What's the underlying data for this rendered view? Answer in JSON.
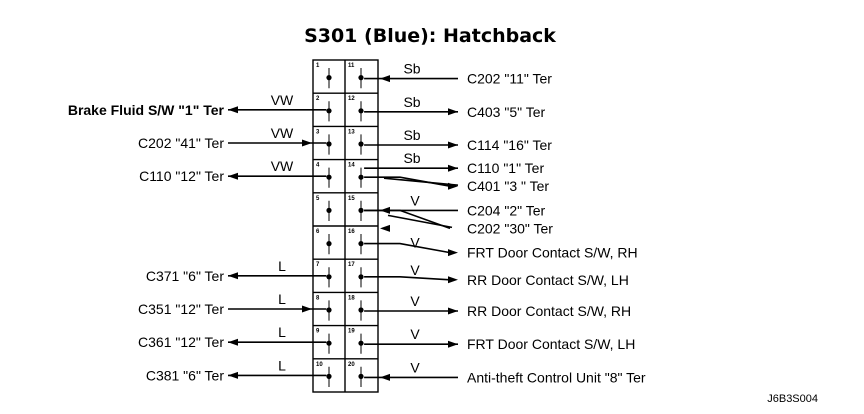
{
  "title": "S301 (Blue): Hatchback",
  "figure_code": "J6B3S004",
  "rows": [
    {
      "left_pin": "1",
      "right_pin": "11"
    },
    {
      "left_pin": "2",
      "right_pin": "12"
    },
    {
      "left_pin": "3",
      "right_pin": "13"
    },
    {
      "left_pin": "4",
      "right_pin": "14"
    },
    {
      "left_pin": "5",
      "right_pin": "15"
    },
    {
      "left_pin": "6",
      "right_pin": "16"
    },
    {
      "left_pin": "7",
      "right_pin": "17"
    },
    {
      "left_pin": "8",
      "right_pin": "18"
    },
    {
      "left_pin": "9",
      "right_pin": "19"
    },
    {
      "left_pin": "10",
      "right_pin": "20"
    }
  ],
  "left_connections": [
    {
      "row": 1,
      "label": "Brake Fluid S/W \"1\" Ter",
      "wire": "VW",
      "direction": "out"
    },
    {
      "row": 2,
      "label": "C202 \"41\" Ter",
      "wire": "VW",
      "direction": "in"
    },
    {
      "row": 3,
      "label": "C110 \"12\" Ter",
      "wire": "VW",
      "direction": "out"
    },
    {
      "row": 6,
      "label": "C371 \"6\" Ter",
      "wire": "L",
      "direction": "out"
    },
    {
      "row": 7,
      "label": "C351 \"12\" Ter",
      "wire": "L",
      "direction": "in"
    },
    {
      "row": 8,
      "label": "C361 \"12\" Ter",
      "wire": "L",
      "direction": "out"
    },
    {
      "row": 9,
      "label": "C381 \"6\" Ter",
      "wire": "L",
      "direction": "out"
    }
  ],
  "right_connections": [
    {
      "label": "C202 \"11\" Ter",
      "wire": "Sb",
      "direction": "in"
    },
    {
      "label": "C403 \"5\" Ter",
      "wire": "Sb",
      "direction": "out"
    },
    {
      "label": "C114 \"16\" Ter",
      "wire": "Sb",
      "direction": "out"
    },
    {
      "label": "C110 \"1\" Ter",
      "wire": "Sb",
      "direction": "out"
    },
    {
      "label": "C401 \"3 \" Ter",
      "wire": "",
      "direction": "out"
    },
    {
      "label": "C204 \"2\" Ter",
      "wire": "V",
      "direction": "in"
    },
    {
      "label": "C202 \"30\" Ter",
      "wire": "",
      "direction": "in"
    },
    {
      "label": "FRT Door Contact S/W, RH",
      "wire": "V",
      "direction": "out"
    },
    {
      "label": "RR Door Contact S/W, LH",
      "wire": "V",
      "direction": "out"
    },
    {
      "label": "RR Door Contact S/W, RH",
      "wire": "V",
      "direction": "out"
    },
    {
      "label": "FRT Door Contact S/W, LH",
      "wire": "V",
      "direction": "out"
    },
    {
      "label": "Anti-theft Control Unit \"8\" Ter",
      "wire": "V",
      "direction": "in"
    }
  ]
}
